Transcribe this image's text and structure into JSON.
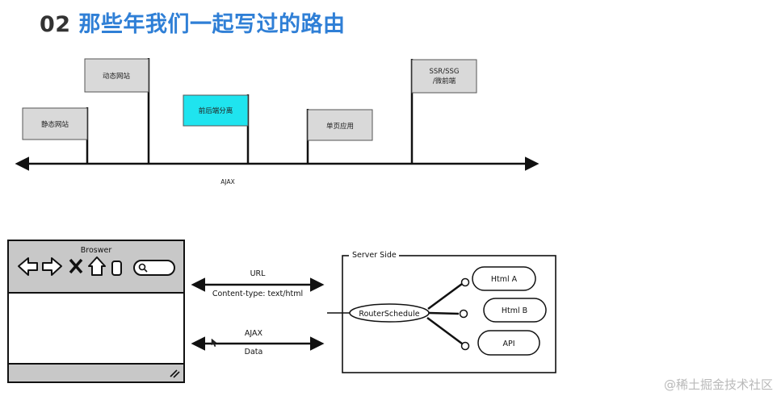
{
  "title": {
    "number": "02",
    "text": "那些年我们一起写过的路由"
  },
  "timeline": {
    "flags": [
      {
        "label": "静态网站",
        "highlight": false
      },
      {
        "label": "动态网站",
        "highlight": false
      },
      {
        "label": "前后端分离",
        "highlight": true
      },
      {
        "label": "单页应用",
        "highlight": false
      },
      {
        "label_line1": "SSR/SSG",
        "label_line2": "/微前端",
        "highlight": false
      }
    ],
    "axis_label": "AJAX"
  },
  "browser": {
    "title": "Broswer"
  },
  "arrows": {
    "top": {
      "label_above": "URL",
      "label_below": "Content-type: text/html"
    },
    "bottom": {
      "label_above": "AJAX",
      "label_below": "Data"
    }
  },
  "server": {
    "title": "Server Side",
    "router": "RouterSchedule",
    "outputs": [
      "Html A",
      "Html B",
      "API"
    ]
  },
  "watermark": "@稀土掘金技术社区",
  "colors": {
    "title_blue": "#2f7fd6",
    "highlight_flag": "#1fe4ef",
    "flag_gray": "#d9d9d9",
    "browser_toolbar": "#c8c8c8"
  }
}
